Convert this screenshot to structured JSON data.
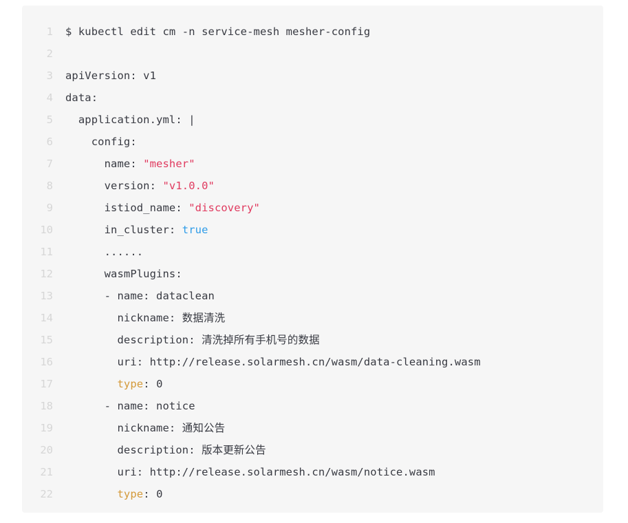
{
  "code_block": {
    "language": "yaml",
    "background_color": "#f6f6f6",
    "line_number_color": "#d6d6d6",
    "text_color": "#383a42",
    "string_color": "#e03a5f",
    "boolean_color": "#2f9ce8",
    "highlight_key_color": "#d49a3a",
    "total_lines": 22,
    "lines": [
      {
        "number": "1",
        "tokens": [
          {
            "text": "$ kubectl edit cm -n service-mesh mesher-config",
            "type": "plain"
          }
        ]
      },
      {
        "number": "2",
        "tokens": [
          {
            "text": "",
            "type": "plain"
          }
        ]
      },
      {
        "number": "3",
        "tokens": [
          {
            "text": "apiVersion: v1",
            "type": "plain"
          }
        ]
      },
      {
        "number": "4",
        "tokens": [
          {
            "text": "data:",
            "type": "plain"
          }
        ]
      },
      {
        "number": "5",
        "tokens": [
          {
            "text": "  application.yml: |",
            "type": "plain"
          }
        ]
      },
      {
        "number": "6",
        "tokens": [
          {
            "text": "    config:",
            "type": "plain"
          }
        ]
      },
      {
        "number": "7",
        "tokens": [
          {
            "text": "      name: ",
            "type": "plain"
          },
          {
            "text": "\"mesher\"",
            "type": "string"
          }
        ]
      },
      {
        "number": "8",
        "tokens": [
          {
            "text": "      version: ",
            "type": "plain"
          },
          {
            "text": "\"v1.0.0\"",
            "type": "string"
          }
        ]
      },
      {
        "number": "9",
        "tokens": [
          {
            "text": "      istiod_name: ",
            "type": "plain"
          },
          {
            "text": "\"discovery\"",
            "type": "string"
          }
        ]
      },
      {
        "number": "10",
        "tokens": [
          {
            "text": "      in_cluster: ",
            "type": "plain"
          },
          {
            "text": "true",
            "type": "bool"
          }
        ]
      },
      {
        "number": "11",
        "tokens": [
          {
            "text": "      ......",
            "type": "plain"
          }
        ]
      },
      {
        "number": "12",
        "tokens": [
          {
            "text": "      wasmPlugins:",
            "type": "plain"
          }
        ]
      },
      {
        "number": "13",
        "tokens": [
          {
            "text": "      - name: dataclean",
            "type": "plain"
          }
        ]
      },
      {
        "number": "14",
        "tokens": [
          {
            "text": "        nickname: ",
            "type": "plain"
          },
          {
            "text": "数据清洗",
            "type": "cjk"
          }
        ]
      },
      {
        "number": "15",
        "tokens": [
          {
            "text": "        description: ",
            "type": "plain"
          },
          {
            "text": "清洗掉所有手机号的数据",
            "type": "cjk"
          }
        ]
      },
      {
        "number": "16",
        "tokens": [
          {
            "text": "        uri: http://release.solarmesh.cn/wasm/data-cleaning.wasm",
            "type": "plain"
          }
        ]
      },
      {
        "number": "17",
        "tokens": [
          {
            "text": "        ",
            "type": "plain"
          },
          {
            "text": "type",
            "type": "key-hl"
          },
          {
            "text": ": 0",
            "type": "plain"
          }
        ]
      },
      {
        "number": "18",
        "tokens": [
          {
            "text": "      - name: notice",
            "type": "plain"
          }
        ]
      },
      {
        "number": "19",
        "tokens": [
          {
            "text": "        nickname: ",
            "type": "plain"
          },
          {
            "text": "通知公告",
            "type": "cjk"
          }
        ]
      },
      {
        "number": "20",
        "tokens": [
          {
            "text": "        description: ",
            "type": "plain"
          },
          {
            "text": "版本更新公告",
            "type": "cjk"
          }
        ]
      },
      {
        "number": "21",
        "tokens": [
          {
            "text": "        uri: http://release.solarmesh.cn/wasm/notice.wasm",
            "type": "plain"
          }
        ]
      },
      {
        "number": "22",
        "tokens": [
          {
            "text": "        ",
            "type": "plain"
          },
          {
            "text": "type",
            "type": "key-hl"
          },
          {
            "text": ": 0",
            "type": "plain"
          }
        ]
      }
    ]
  }
}
